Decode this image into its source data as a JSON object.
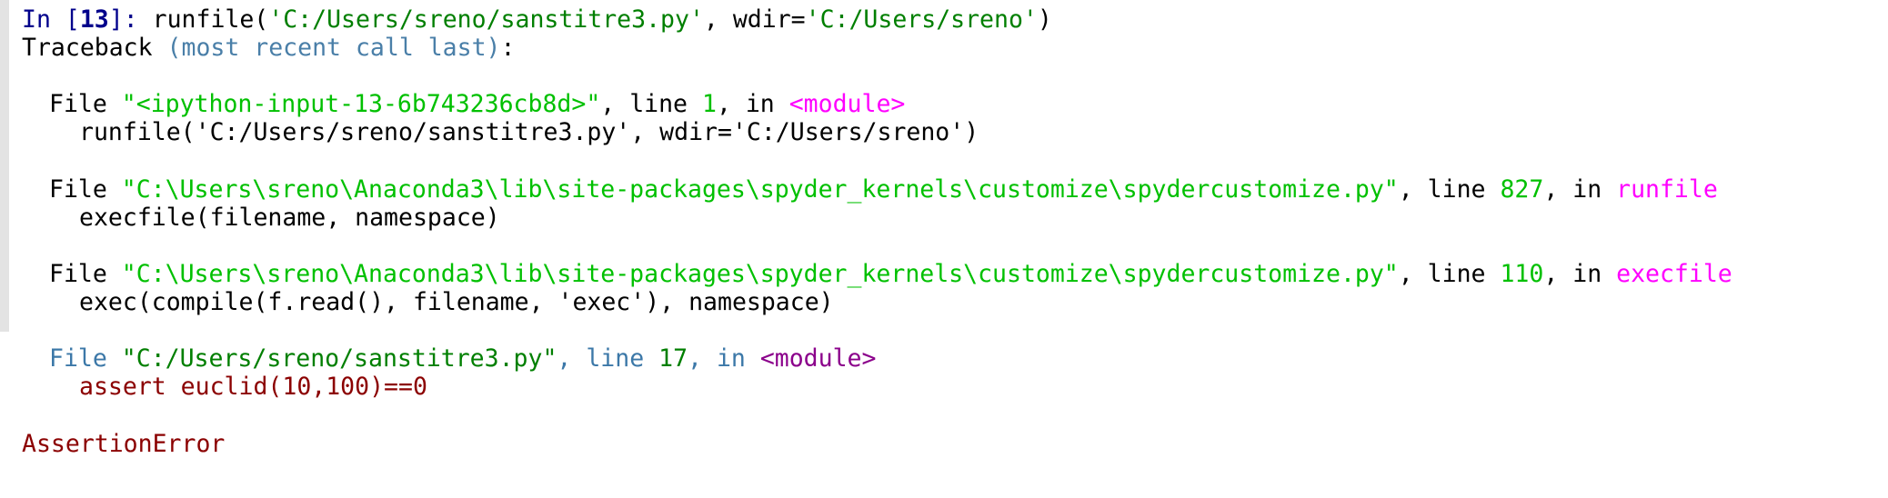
{
  "console": {
    "prompt": {
      "in_label": "In [",
      "number": "13",
      "in_close": "]: ",
      "command_start": "runfile(",
      "path": "'C:/Users/sreno/sanstitre3.py'",
      "comma": ", ",
      "wdir_key": "wdir=",
      "wdir_val": "'C:/Users/sreno'",
      "close": ")"
    },
    "traceback_header": {
      "word": "Traceback ",
      "paren": "(most recent call last)",
      "colon": ":"
    },
    "frames": [
      {
        "file_kw": "File ",
        "file_path": "\"<ipython-input-13-6b743236cb8d>\"",
        "line_kw": ", line ",
        "line_no": "1",
        "in_kw": ", in ",
        "func": "<module>",
        "code": "runfile('C:/Users/sreno/sanstitre3.py', wdir='C:/Users/sreno')"
      },
      {
        "file_kw": "File ",
        "file_path": "\"C:\\Users\\sreno\\Anaconda3\\lib\\site-packages\\spyder_kernels\\customize\\spydercustomize.py\"",
        "line_kw": ", line ",
        "line_no": "827",
        "in_kw": ", in ",
        "func": "runfile",
        "code": "execfile(filename, namespace)"
      },
      {
        "file_kw": "File ",
        "file_path": "\"C:\\Users\\sreno\\Anaconda3\\lib\\site-packages\\spyder_kernels\\customize\\spydercustomize.py\"",
        "line_kw": ", line ",
        "line_no": "110",
        "in_kw": ", in ",
        "func": "execfile",
        "code": "exec(compile(f.read(), filename, 'exec'), namespace)"
      },
      {
        "file_kw": "File ",
        "file_path": "\"C:/Users/sreno/sanstitre3.py\"",
        "line_kw": ", line ",
        "line_no": "17",
        "in_kw": ", in ",
        "func": "<module>",
        "code": "assert euclid(10,100)==0"
      }
    ],
    "error": "AssertionError"
  },
  "colors": {
    "prompt": "#00008b",
    "string": "#00c000",
    "function": "#ff00ff",
    "error": "#8b0000",
    "header": "#4a7fa8"
  }
}
